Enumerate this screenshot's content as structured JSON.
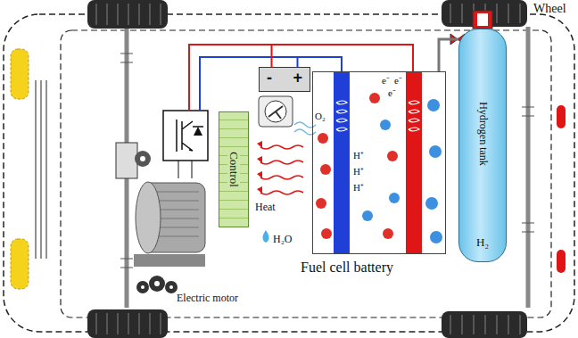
{
  "diagram": {
    "nodes": [
      {
        "text": [
          "-",
          "+"
        ]
      },
      {
        "text": [
          "Control"
        ]
      },
      {
        "text": [
          "Fuel cell battery"
        ]
      },
      {
        "text": [
          "Hydrogen tank",
          "H₂"
        ]
      }
    ],
    "edges": [
      {
        "from": 0,
        "to": 2,
        "arrow": "none"
      },
      {
        "from": 0,
        "to": 2,
        "arrow": "none"
      },
      {
        "from": 3,
        "to": 2,
        "arrow": "none"
      }
    ],
    "labels": [
      "Wheel",
      "Heat",
      "H₂O",
      "O₂",
      "e⁻",
      "e⁻",
      "e⁻",
      "H⁺",
      "H⁺",
      "H⁺",
      "Electric motor"
    ]
  }
}
